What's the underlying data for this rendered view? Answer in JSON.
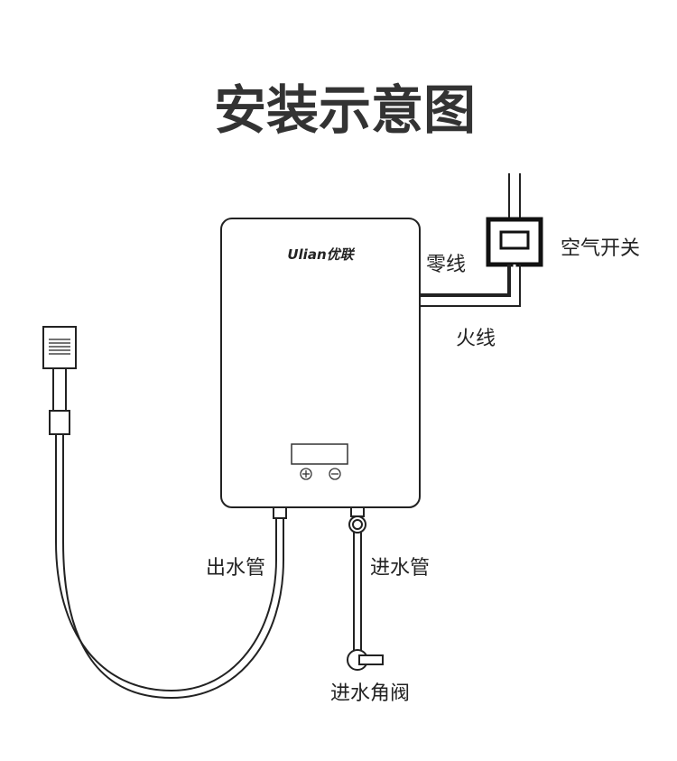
{
  "title": "安装示意图",
  "brand": "Ulian优联",
  "labels": {
    "air_switch": "空气开关",
    "neutral_wire": "零线",
    "live_wire": "火线",
    "outlet_pipe": "出水管",
    "inlet_pipe": "进水管",
    "inlet_valve": "进水角阀"
  },
  "icons": {
    "plus": "plus-button-icon",
    "minus": "minus-button-icon"
  }
}
